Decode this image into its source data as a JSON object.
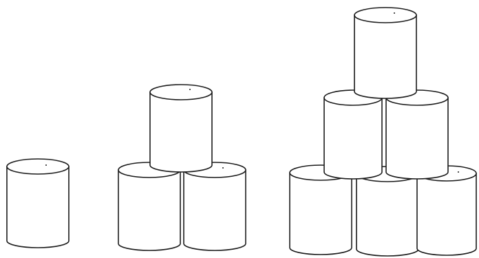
{
  "figure": {
    "stacks": [
      {
        "name": "stack-1",
        "can_count": 1,
        "layers": [
          1
        ]
      },
      {
        "name": "stack-2",
        "can_count": 3,
        "layers": [
          2,
          1
        ]
      },
      {
        "name": "stack-3",
        "can_count": 6,
        "layers": [
          3,
          2,
          1
        ]
      }
    ],
    "colors": {
      "stroke": "#1a1a1a",
      "fill": "#ffffff",
      "background": "#ffffff"
    }
  }
}
